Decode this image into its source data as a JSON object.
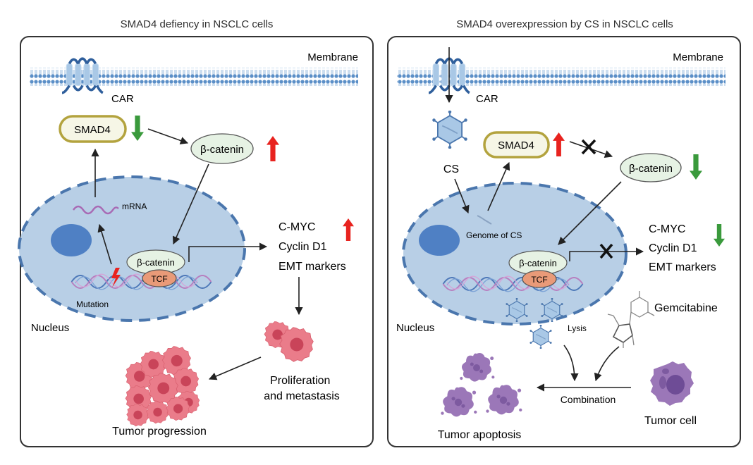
{
  "panels": [
    {
      "title": "SMAD4 defiency in NSCLC cells",
      "membrane_label": "Membrane",
      "receptor_label": "CAR",
      "smad4_label": "SMAD4",
      "smad4_trend": "down",
      "beta_catenin_label": "β-catenin",
      "beta_catenin_trend": "up",
      "mrna_label": "mRNA",
      "mutation_label": "Mutation",
      "nuclear_complex": {
        "top": "β-catenin",
        "bottom": "TCF"
      },
      "nucleus_label": "Nucleus",
      "targets": [
        "C-MYC",
        "Cyclin D1",
        "EMT markers"
      ],
      "targets_trend": "up",
      "outcome_1": [
        "Proliferation",
        "and metastasis"
      ],
      "outcome_2": "Tumor progression"
    },
    {
      "title": "SMAD4 overexpression by CS in NSCLC cells",
      "membrane_label": "Membrane",
      "receptor_label": "CAR",
      "virus_label": "CS",
      "smad4_label": "SMAD4",
      "smad4_trend": "up",
      "beta_catenin_label": "β-catenin",
      "beta_catenin_trend": "down",
      "genome_label": "Genome of CS",
      "nuclear_complex": {
        "top": "β-catenin",
        "bottom": "TCF"
      },
      "nucleus_label": "Nucleus",
      "targets": [
        "C-MYC",
        "Cyclin D1",
        "EMT markers"
      ],
      "targets_trend": "down",
      "drug_label": "Gemcitabine",
      "lysis_label": "Lysis",
      "combination_label": "Combination",
      "tumor_cell_label": "Tumor cell",
      "outcome": "Tumor apoptosis"
    }
  ],
  "colors": {
    "up_arrow": "#e8231f",
    "down_arrow": "#3a9a3c",
    "membrane": "#5b8fc7",
    "nucleus_fill": "#b8cfe6",
    "nucleus_border": "#4a76ad",
    "smad4_border": "#b3a33e",
    "smad4_fill": "#f6f6e6",
    "catenin_fill": "#e6f2e4",
    "tcf_fill": "#e99a78",
    "tumor_pink": "#e7707f",
    "tumor_purple": "#9b77b8"
  }
}
